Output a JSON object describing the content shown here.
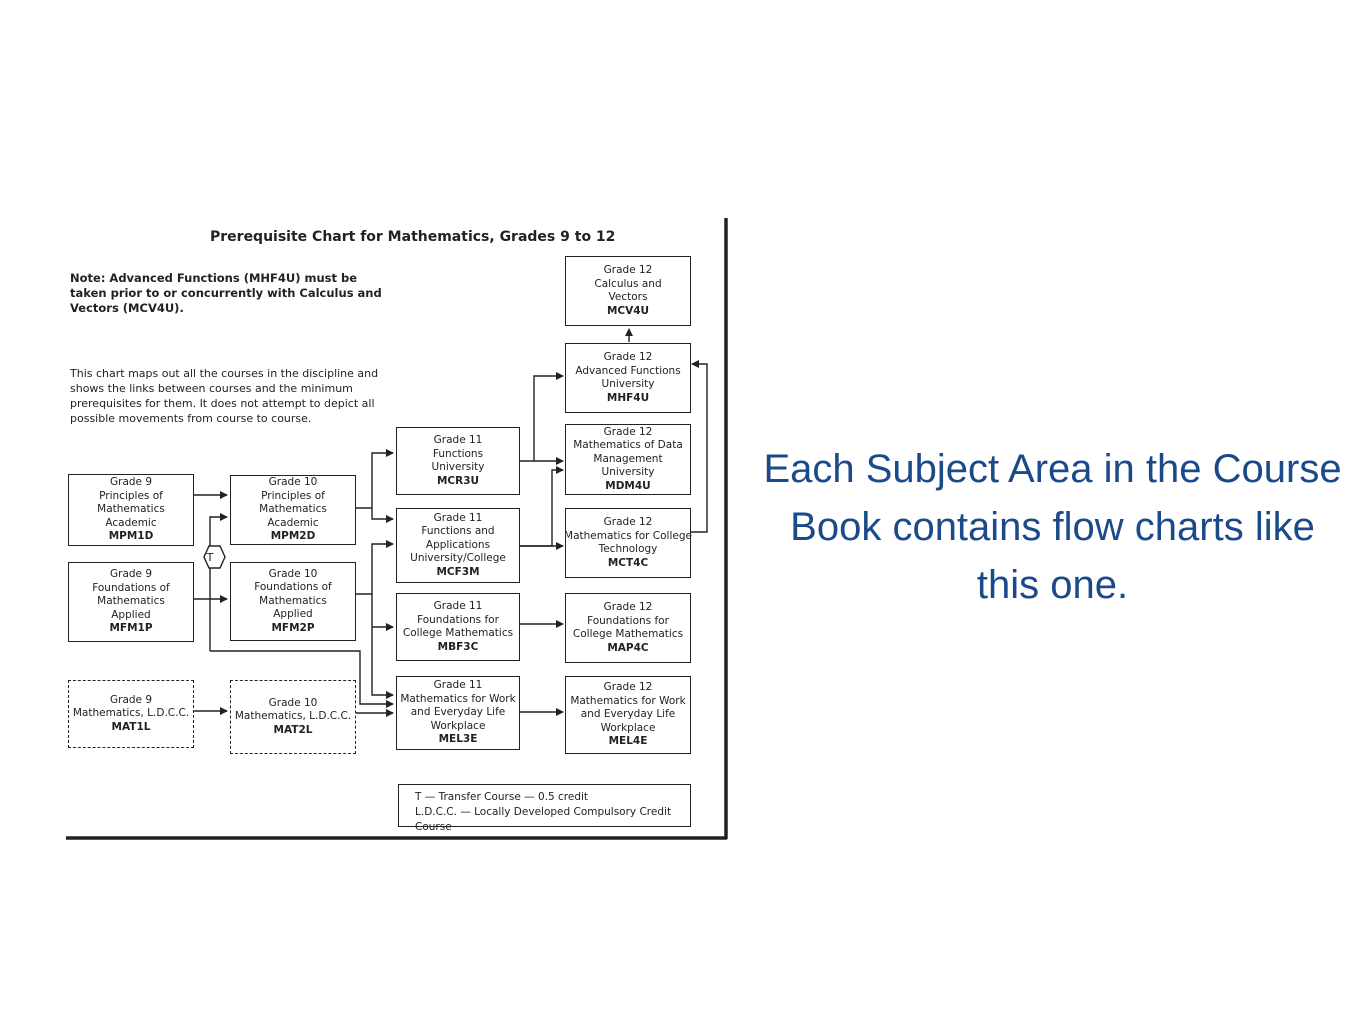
{
  "chart": {
    "title": "Prerequisite Chart for Mathematics, Grades 9 to 12",
    "note": "Note: Advanced Functions (MHF4U) must be taken prior to or concurrently with Calculus and Vectors (MCV4U).",
    "description": "This chart maps out all the courses in the discipline and shows the links between courses and the minimum prerequisites for them. It does not attempt to depict all possible movements from course to course.",
    "transfer_marker": "T",
    "courses": {
      "mpm1d": {
        "lines": [
          "Grade 9",
          "Principles of",
          "Mathematics",
          "Academic"
        ],
        "code": "MPM1D"
      },
      "mfm1p": {
        "lines": [
          "Grade 9",
          "Foundations of",
          "Mathematics",
          "Applied"
        ],
        "code": "MFM1P"
      },
      "mat1l": {
        "lines": [
          "Grade 9",
          "Mathematics, L.D.C.C."
        ],
        "code": "MAT1L"
      },
      "mpm2d": {
        "lines": [
          "Grade 10",
          "Principles of",
          "Mathematics",
          "Academic"
        ],
        "code": "MPM2D"
      },
      "mfm2p": {
        "lines": [
          "Grade 10",
          "Foundations of",
          "Mathematics",
          "Applied"
        ],
        "code": "MFM2P"
      },
      "mat2l": {
        "lines": [
          "Grade 10",
          "Mathematics, L.D.C.C."
        ],
        "code": "MAT2L"
      },
      "mcr3u": {
        "lines": [
          "Grade 11",
          "Functions",
          "University"
        ],
        "code": "MCR3U"
      },
      "mcf3m": {
        "lines": [
          "Grade 11",
          "Functions and",
          "Applications",
          "University/College"
        ],
        "code": "MCF3M"
      },
      "mbf3c": {
        "lines": [
          "Grade 11",
          "Foundations for",
          "College Mathematics"
        ],
        "code": "MBF3C"
      },
      "mel3e": {
        "lines": [
          "Grade 11",
          "Mathematics for Work",
          "and Everyday Life",
          "Workplace"
        ],
        "code": "MEL3E"
      },
      "mcv4u": {
        "lines": [
          "Grade 12",
          "Calculus and",
          "Vectors"
        ],
        "code": "MCV4U"
      },
      "mhf4u": {
        "lines": [
          "Grade 12",
          "Advanced Functions",
          "University"
        ],
        "code": "MHF4U"
      },
      "mdm4u": {
        "lines": [
          "Grade 12",
          "Mathematics of Data",
          "Management",
          "University"
        ],
        "code": "MDM4U"
      },
      "mct4c": {
        "lines": [
          "Grade 12",
          "Mathematics for College",
          "Technology"
        ],
        "code": "MCT4C"
      },
      "map4c": {
        "lines": [
          "Grade 12",
          "Foundations for",
          "College Mathematics"
        ],
        "code": "MAP4C"
      },
      "mel4e": {
        "lines": [
          "Grade 12",
          "Mathematics for Work",
          "and Everyday Life",
          "Workplace"
        ],
        "code": "MEL4E"
      }
    },
    "legend": [
      "T — Transfer Course — 0.5 credit",
      "L.D.C.C. — Locally Developed Compulsory Credit Course"
    ]
  },
  "caption": "Each Subject Area in the Course Book contains flow charts like this one.",
  "colors": {
    "caption": "#1a4a8a",
    "line": "#222222"
  }
}
